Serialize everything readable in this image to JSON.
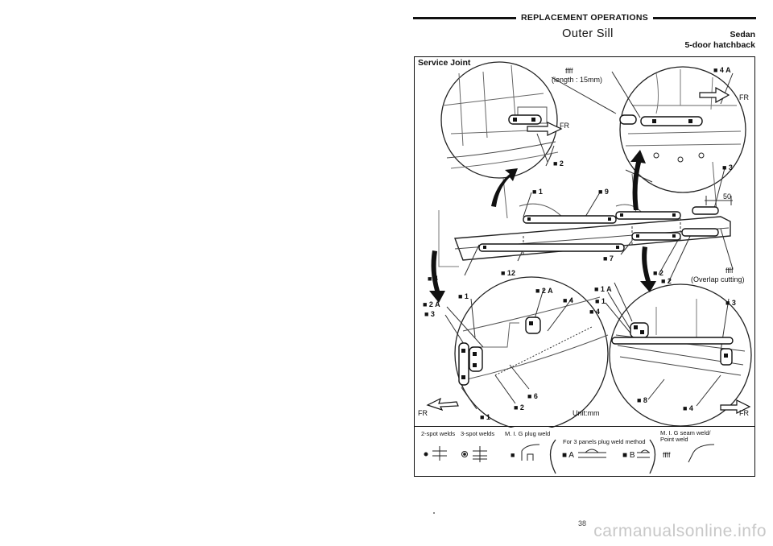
{
  "header": {
    "section": "REPLACEMENT OPERATIONS",
    "title": "Outer Sill",
    "model_line1": "Sedan",
    "model_line2": "5-door hatchback"
  },
  "diagram": {
    "service_joint": "Service Joint",
    "weld_symbol": "ffff",
    "length_note": "(length : 15mm)",
    "overlap_note": "(Overlap cutting)",
    "unit": "Unit:mm",
    "fr": "FR",
    "dimension_50": "50",
    "callouts": {
      "c_4a": "■ 4 A",
      "c_2_top": "■ 2",
      "c_3_top": "■ 3",
      "c_1_mid": "■ 1",
      "c_9": "■ 9",
      "c_12": "■ 12",
      "c_4_left": "■ 4",
      "c_7": "■ 7",
      "c_2_right_a": "■ 2",
      "c_2_right_b": "■ 2",
      "c_2a_left": "■ 2 A",
      "c_3_left": "■ 3",
      "c_1_lower": "■ 1",
      "c_2a_mid": "■ 2 A",
      "c_4_mid": "■ 4",
      "c_6": "■ 6",
      "c_2_lower": "■ 2",
      "c_1_bottom": "■ 1",
      "c_1a_right": "■ 1 A",
      "c_1_right": "■ 1",
      "c_4_right": "■ 4",
      "c_3_right": "■ 3",
      "c_8": "■ 8",
      "c_4_bottom": "■ 4"
    }
  },
  "legend": {
    "two_spot": "2-spot welds",
    "three_spot": "3-spot welds",
    "mig_plug": "M. I. G plug weld",
    "three_panels": "For 3 panels plug weld method",
    "mig_seam_1": "M. I. G seam weld/",
    "mig_seam_2": "Point weld",
    "a_label": "■ A",
    "b_label": "■ B",
    "square": "■",
    "weld_symbol": "ffff"
  },
  "footer": {
    "page_number": "38",
    "watermark": "carmanualsonline.info"
  }
}
